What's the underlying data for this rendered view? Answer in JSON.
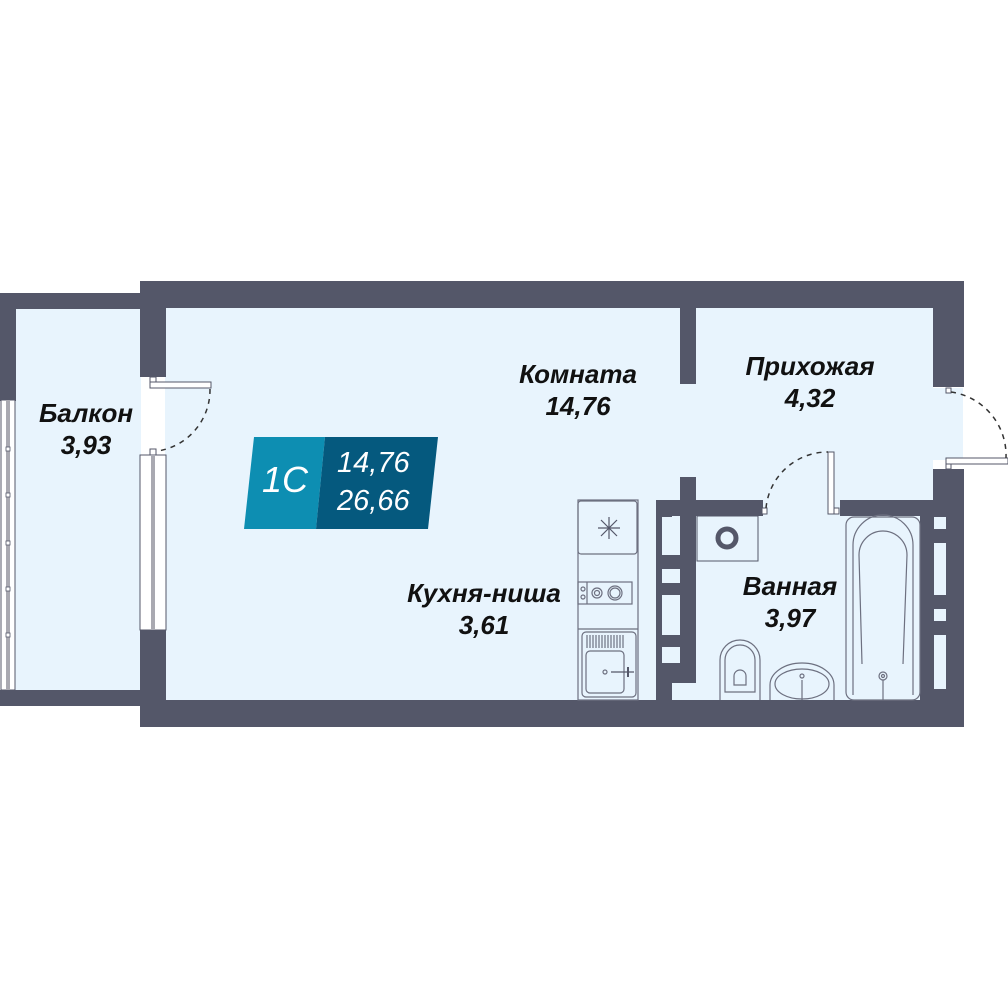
{
  "plan": {
    "type": "1С",
    "living_area": "14,76",
    "total_area": "26,66",
    "colors": {
      "wall": "#545769",
      "floor": "#e8f4fd",
      "badge_type_bg": "#0d8eb2",
      "badge_area_bg": "#05597e",
      "text": "#111111",
      "fixture_line": "#6d7080"
    }
  },
  "rooms": [
    {
      "id": "balcony",
      "name": "Балкон",
      "area": "3,93"
    },
    {
      "id": "room",
      "name": "Комната",
      "area": "14,76"
    },
    {
      "id": "hallway",
      "name": "Прихожая",
      "area": "4,32"
    },
    {
      "id": "kitchen",
      "name": "Кухня-ниша",
      "area": "3,61"
    },
    {
      "id": "bathroom",
      "name": "Ванная",
      "area": "3,97"
    }
  ]
}
